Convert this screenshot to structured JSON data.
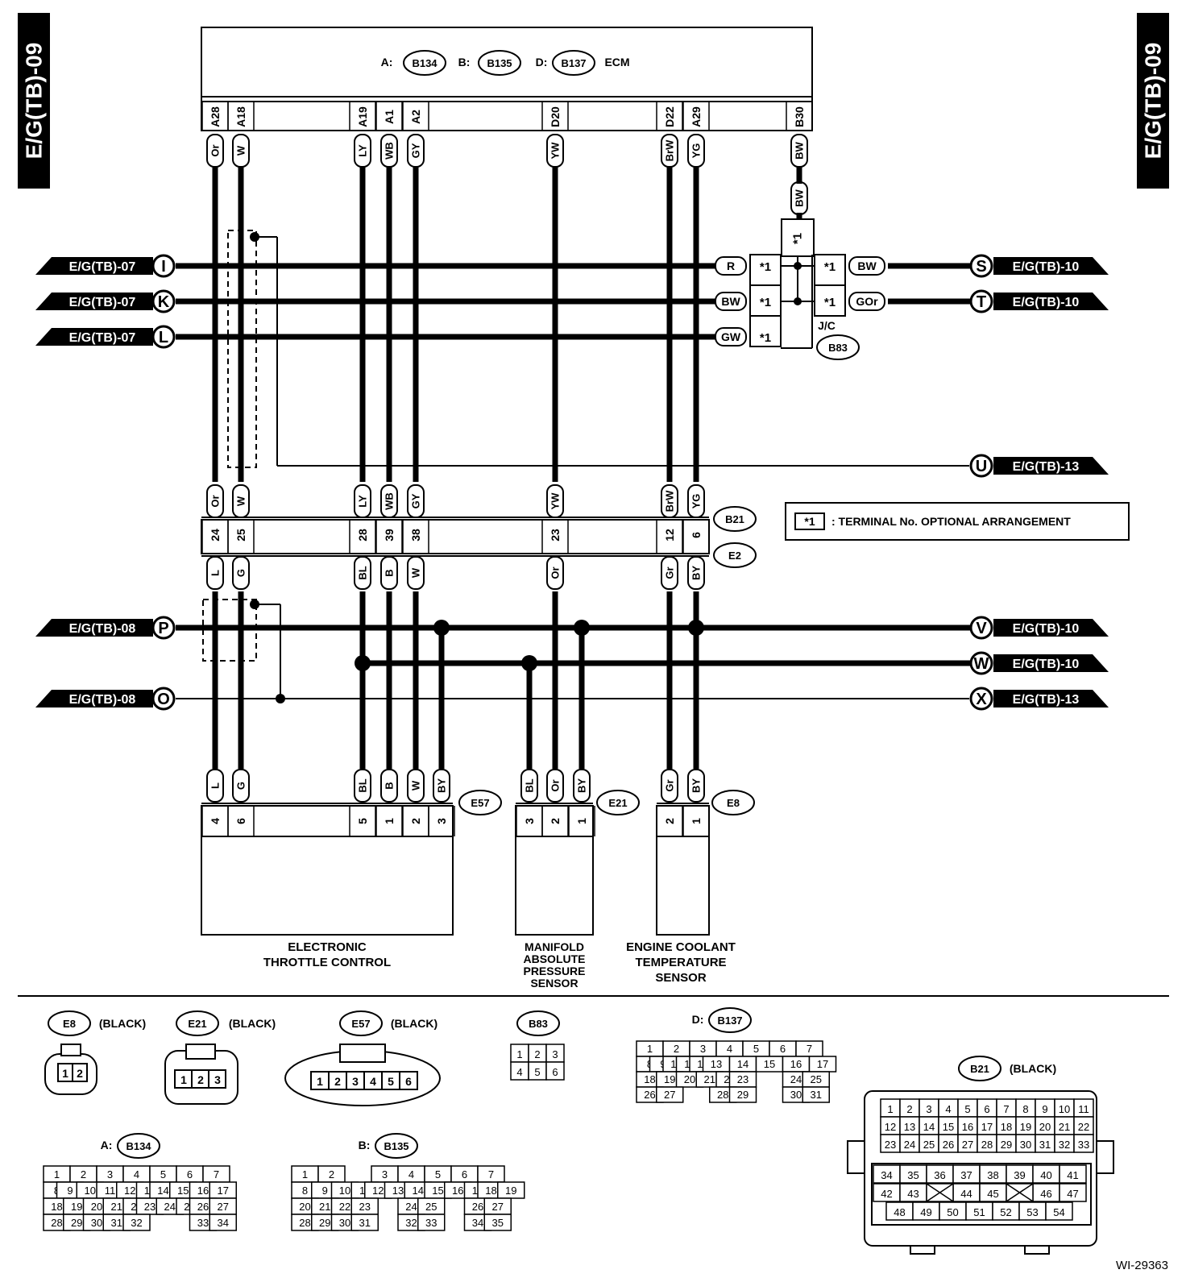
{
  "side_tab": "E/G(TB)-09",
  "ecm": {
    "conn_a_prefix": "A:",
    "conn_a": "B134",
    "conn_b_prefix": "B:",
    "conn_b": "B135",
    "conn_d_prefix": "D:",
    "conn_d": "B137",
    "label": "ECM"
  },
  "ecm_pins": [
    {
      "pin": "A28",
      "color": "Or"
    },
    {
      "pin": "A18",
      "color": "W"
    },
    {
      "pin": "A19",
      "color": "LY"
    },
    {
      "pin": "A1",
      "color": "WB"
    },
    {
      "pin": "A2",
      "color": "GY"
    },
    {
      "pin": "D20",
      "color": "YW"
    },
    {
      "pin": "D22",
      "color": "BrW"
    },
    {
      "pin": "A29",
      "color": "YG"
    },
    {
      "pin": "B30",
      "color": "BW"
    }
  ],
  "b30_extra_color": "BW",
  "jc_star": "*1",
  "refs_left": [
    {
      "page": "E/G(TB)-07",
      "letter": "I"
    },
    {
      "page": "E/G(TB)-07",
      "letter": "K"
    },
    {
      "page": "E/G(TB)-07",
      "letter": "L"
    },
    {
      "page": "E/G(TB)-08",
      "letter": "P"
    },
    {
      "page": "E/G(TB)-08",
      "letter": "O"
    }
  ],
  "refs_right": [
    {
      "page": "E/G(TB)-10",
      "letter": "S"
    },
    {
      "page": "E/G(TB)-10",
      "letter": "T"
    },
    {
      "page": "E/G(TB)-13",
      "letter": "U"
    },
    {
      "page": "E/G(TB)-10",
      "letter": "V"
    },
    {
      "page": "E/G(TB)-10",
      "letter": "W"
    },
    {
      "page": "E/G(TB)-13",
      "letter": "X"
    }
  ],
  "jc": {
    "left_colors": [
      "R",
      "BW",
      "GW"
    ],
    "right_colors": [
      "BW",
      "GOr"
    ],
    "label": "J/C",
    "connector": "B83"
  },
  "joint_connector": {
    "upper_name": "B21",
    "lower_name": "E2",
    "upper_colors": [
      "Or",
      "W",
      "LY",
      "WB",
      "GY",
      "YW",
      "BrW",
      "YG"
    ],
    "pins": [
      "24",
      "25",
      "28",
      "39",
      "38",
      "23",
      "12",
      "6"
    ],
    "lower_colors": [
      "L",
      "G",
      "BL",
      "B",
      "W",
      "Or",
      "Gr",
      "BY"
    ]
  },
  "legend": {
    "star": "*1",
    "text": ": TERMINAL No. OPTIONAL ARRANGEMENT"
  },
  "etc": {
    "connector": "E57",
    "wires": [
      {
        "color": "L",
        "pin": "4"
      },
      {
        "color": "G",
        "pin": "6"
      },
      {
        "color": "BL",
        "pin": "5"
      },
      {
        "color": "B",
        "pin": "1"
      },
      {
        "color": "W",
        "pin": "2"
      },
      {
        "color": "BY",
        "pin": "3"
      }
    ],
    "label_line1": "ELECTRONIC",
    "label_line2": "THROTTLE CONTROL"
  },
  "map": {
    "connector": "E21",
    "wires": [
      {
        "color": "BL",
        "pin": "3"
      },
      {
        "color": "Or",
        "pin": "2"
      },
      {
        "color": "BY",
        "pin": "1"
      }
    ],
    "label_line1": "MANIFOLD",
    "label_line2": "ABSOLUTE",
    "label_line3": "PRESSURE",
    "label_line4": "SENSOR"
  },
  "ect": {
    "connector": "E8",
    "wires": [
      {
        "color": "Gr",
        "pin": "2"
      },
      {
        "color": "BY",
        "pin": "1"
      }
    ],
    "label_line1": "ENGINE COOLANT",
    "label_line2": "TEMPERATURE",
    "label_line3": "SENSOR"
  },
  "views": {
    "e8": {
      "name": "E8",
      "note": "(BLACK)",
      "pins": [
        "1",
        "2"
      ]
    },
    "e21": {
      "name": "E21",
      "note": "(BLACK)",
      "pins": [
        "1",
        "2",
        "3"
      ]
    },
    "e57": {
      "name": "E57",
      "note": "(BLACK)",
      "pins": [
        "1",
        "2",
        "3",
        "4",
        "5",
        "6"
      ]
    },
    "b83": {
      "name": "B83",
      "rows": [
        [
          "1",
          "2",
          "3"
        ],
        [
          "4",
          "5",
          "6"
        ]
      ]
    },
    "b137": {
      "prefix": "D:",
      "name": "B137",
      "rows": [
        [
          "1",
          "2",
          "3",
          "4",
          "5",
          "6",
          "7"
        ],
        [
          "8",
          "9",
          "10",
          "11",
          "12",
          "13",
          "14",
          "15",
          "16",
          "17"
        ],
        [
          "18",
          "19",
          "20",
          "21",
          "22",
          "23",
          "24",
          "25"
        ],
        [
          "26",
          "27",
          "28",
          "29",
          "30",
          "31"
        ]
      ]
    },
    "b134": {
      "prefix": "A:",
      "name": "B134",
      "rows": [
        [
          "1",
          "2",
          "3",
          "4",
          "5",
          "6",
          "7"
        ],
        [
          "8",
          "9",
          "10",
          "11",
          "12",
          "13",
          "14",
          "15",
          "16",
          "17"
        ],
        [
          "18",
          "19",
          "20",
          "21",
          "22",
          "23",
          "24",
          "25",
          "26",
          "27"
        ],
        [
          "28",
          "29",
          "30",
          "31",
          "32",
          "33",
          "34"
        ]
      ]
    },
    "b135": {
      "prefix": "B:",
      "name": "B135",
      "rows": [
        [
          "1",
          "2",
          "3",
          "4",
          "5",
          "6",
          "7"
        ],
        [
          "8",
          "9",
          "10",
          "11",
          "12",
          "13",
          "14",
          "15",
          "16",
          "17",
          "18",
          "19"
        ],
        [
          "20",
          "21",
          "22",
          "23",
          "24",
          "25",
          "26",
          "27"
        ],
        [
          "28",
          "29",
          "30",
          "31",
          "32",
          "33",
          "34",
          "35"
        ]
      ]
    },
    "b21": {
      "name": "B21",
      "note": "(BLACK)",
      "rows": [
        [
          "1",
          "2",
          "3",
          "4",
          "5",
          "6",
          "7",
          "8",
          "9",
          "10",
          "11"
        ],
        [
          "12",
          "13",
          "14",
          "15",
          "16",
          "17",
          "18",
          "19",
          "20",
          "21",
          "22"
        ],
        [
          "23",
          "24",
          "25",
          "26",
          "27",
          "28",
          "29",
          "30",
          "31",
          "32",
          "33"
        ],
        [
          "34",
          "35",
          "36",
          "37",
          "38",
          "39",
          "40",
          "41"
        ],
        [
          "42",
          "43",
          "44",
          "45",
          "46",
          "47"
        ],
        [
          "48",
          "49",
          "50",
          "51",
          "52",
          "53",
          "54"
        ]
      ]
    }
  },
  "figure_id": "WI-29363"
}
